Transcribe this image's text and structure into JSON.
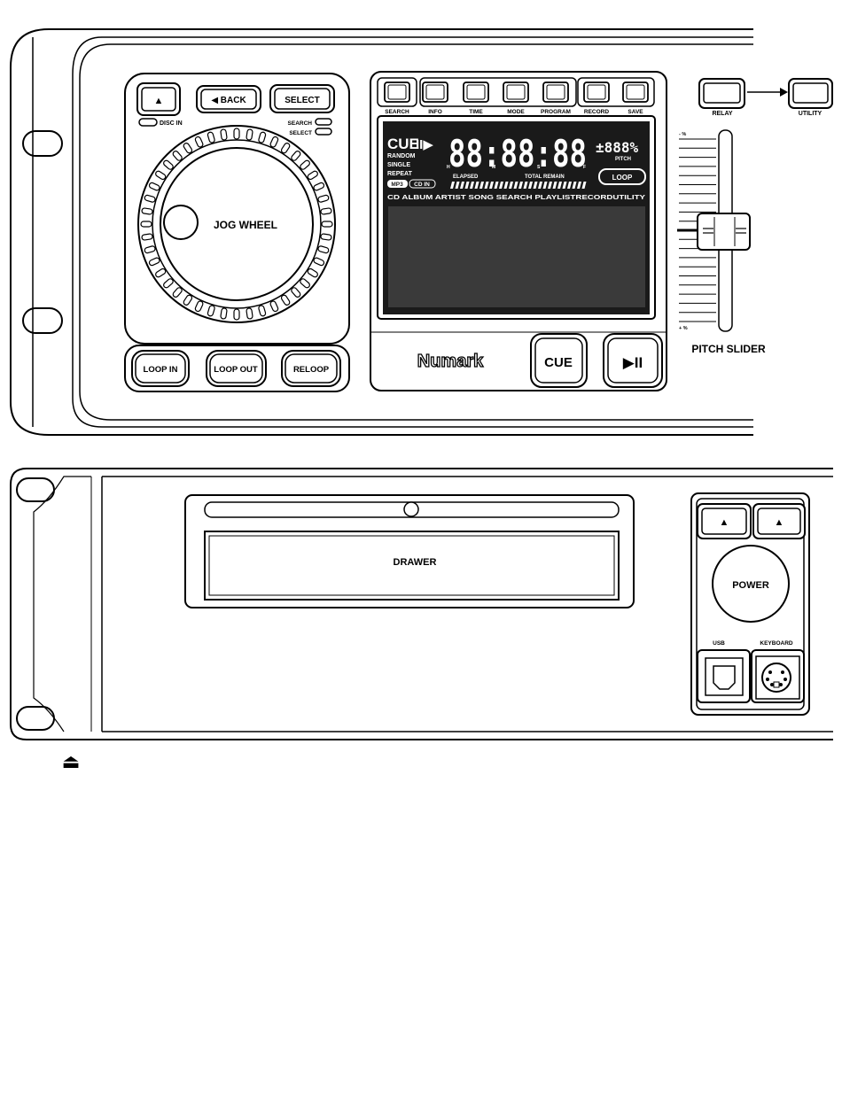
{
  "top_unit": {
    "eject_button": "▲",
    "disc_in": "DISC IN",
    "back_button": "◀ BACK",
    "select_button": "SELECT",
    "search_led": "SEARCH",
    "select_led": "SELECT",
    "jog_wheel": "JOG WHEEL",
    "loop_in": "LOOP IN",
    "loop_out": "LOOP OUT",
    "reloop": "RELOOP",
    "top_buttons": [
      "SEARCH",
      "INFO",
      "TIME",
      "MODE",
      "PROGRAM",
      "RECORD",
      "SAVE"
    ],
    "brand": "Numark",
    "cue_button": "CUE",
    "play_pause_button": "▶II",
    "relay": "RELAY",
    "utility": "UTILITY",
    "pitch_slider": "PITCH SLIDER",
    "pitch_minus": "- %",
    "pitch_plus": "+ %",
    "lcd": {
      "cue_indicator": "CUE",
      "random": "RANDOM",
      "single": "SINGLE",
      "repeat": "REPEAT",
      "time_digits": "88:88:88",
      "h": "H",
      "m": "M",
      "s": "S",
      "f": "F",
      "pitch_value": "±888%",
      "pitch": "PITCH",
      "mp3": "MP3",
      "cd_in": "CD IN",
      "elapsed": "ELAPSED",
      "total_remain": "TOTAL REMAIN",
      "loop": "LOOP",
      "menu_row": "CD ALBUM ARTIST SONG SEARCH PLAYLISTRECORDUTILITY"
    }
  },
  "bottom_unit": {
    "drawer": "DRAWER",
    "eject_left": "▲",
    "eject_right": "▲",
    "power": "POWER",
    "usb": "USB",
    "keyboard": "KEYBOARD",
    "bottom_eject": "⏏"
  },
  "colors": {
    "line": "#000000",
    "lcd_bg": "#1a1a1a",
    "lcd_dark": "#3a3a3a"
  }
}
